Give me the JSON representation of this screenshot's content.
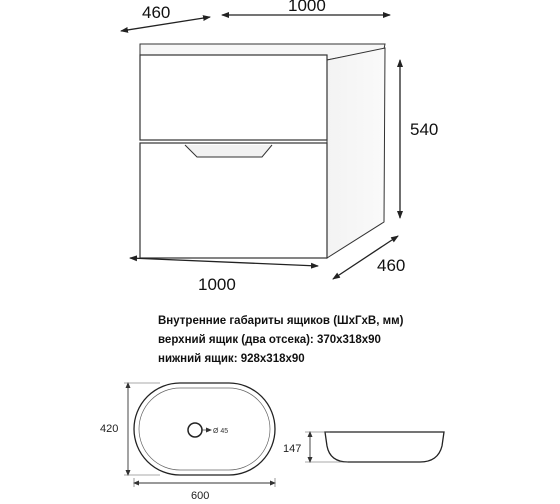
{
  "cabinet": {
    "dim_top_depth": "460",
    "dim_top_width": "1000",
    "dim_height": "540",
    "dim_bottom_width": "1000",
    "dim_bottom_depth": "460"
  },
  "notes": {
    "line1": "Внутренние габариты ящиков (ШхГхВ, мм)",
    "line2": "верхний ящик (два отсека): 370х318х90",
    "line3": "нижний ящик: 928х318х90"
  },
  "basin": {
    "dim_depth": "420",
    "dim_width": "600",
    "dim_drain": "Ø 45",
    "dim_height": "147"
  }
}
